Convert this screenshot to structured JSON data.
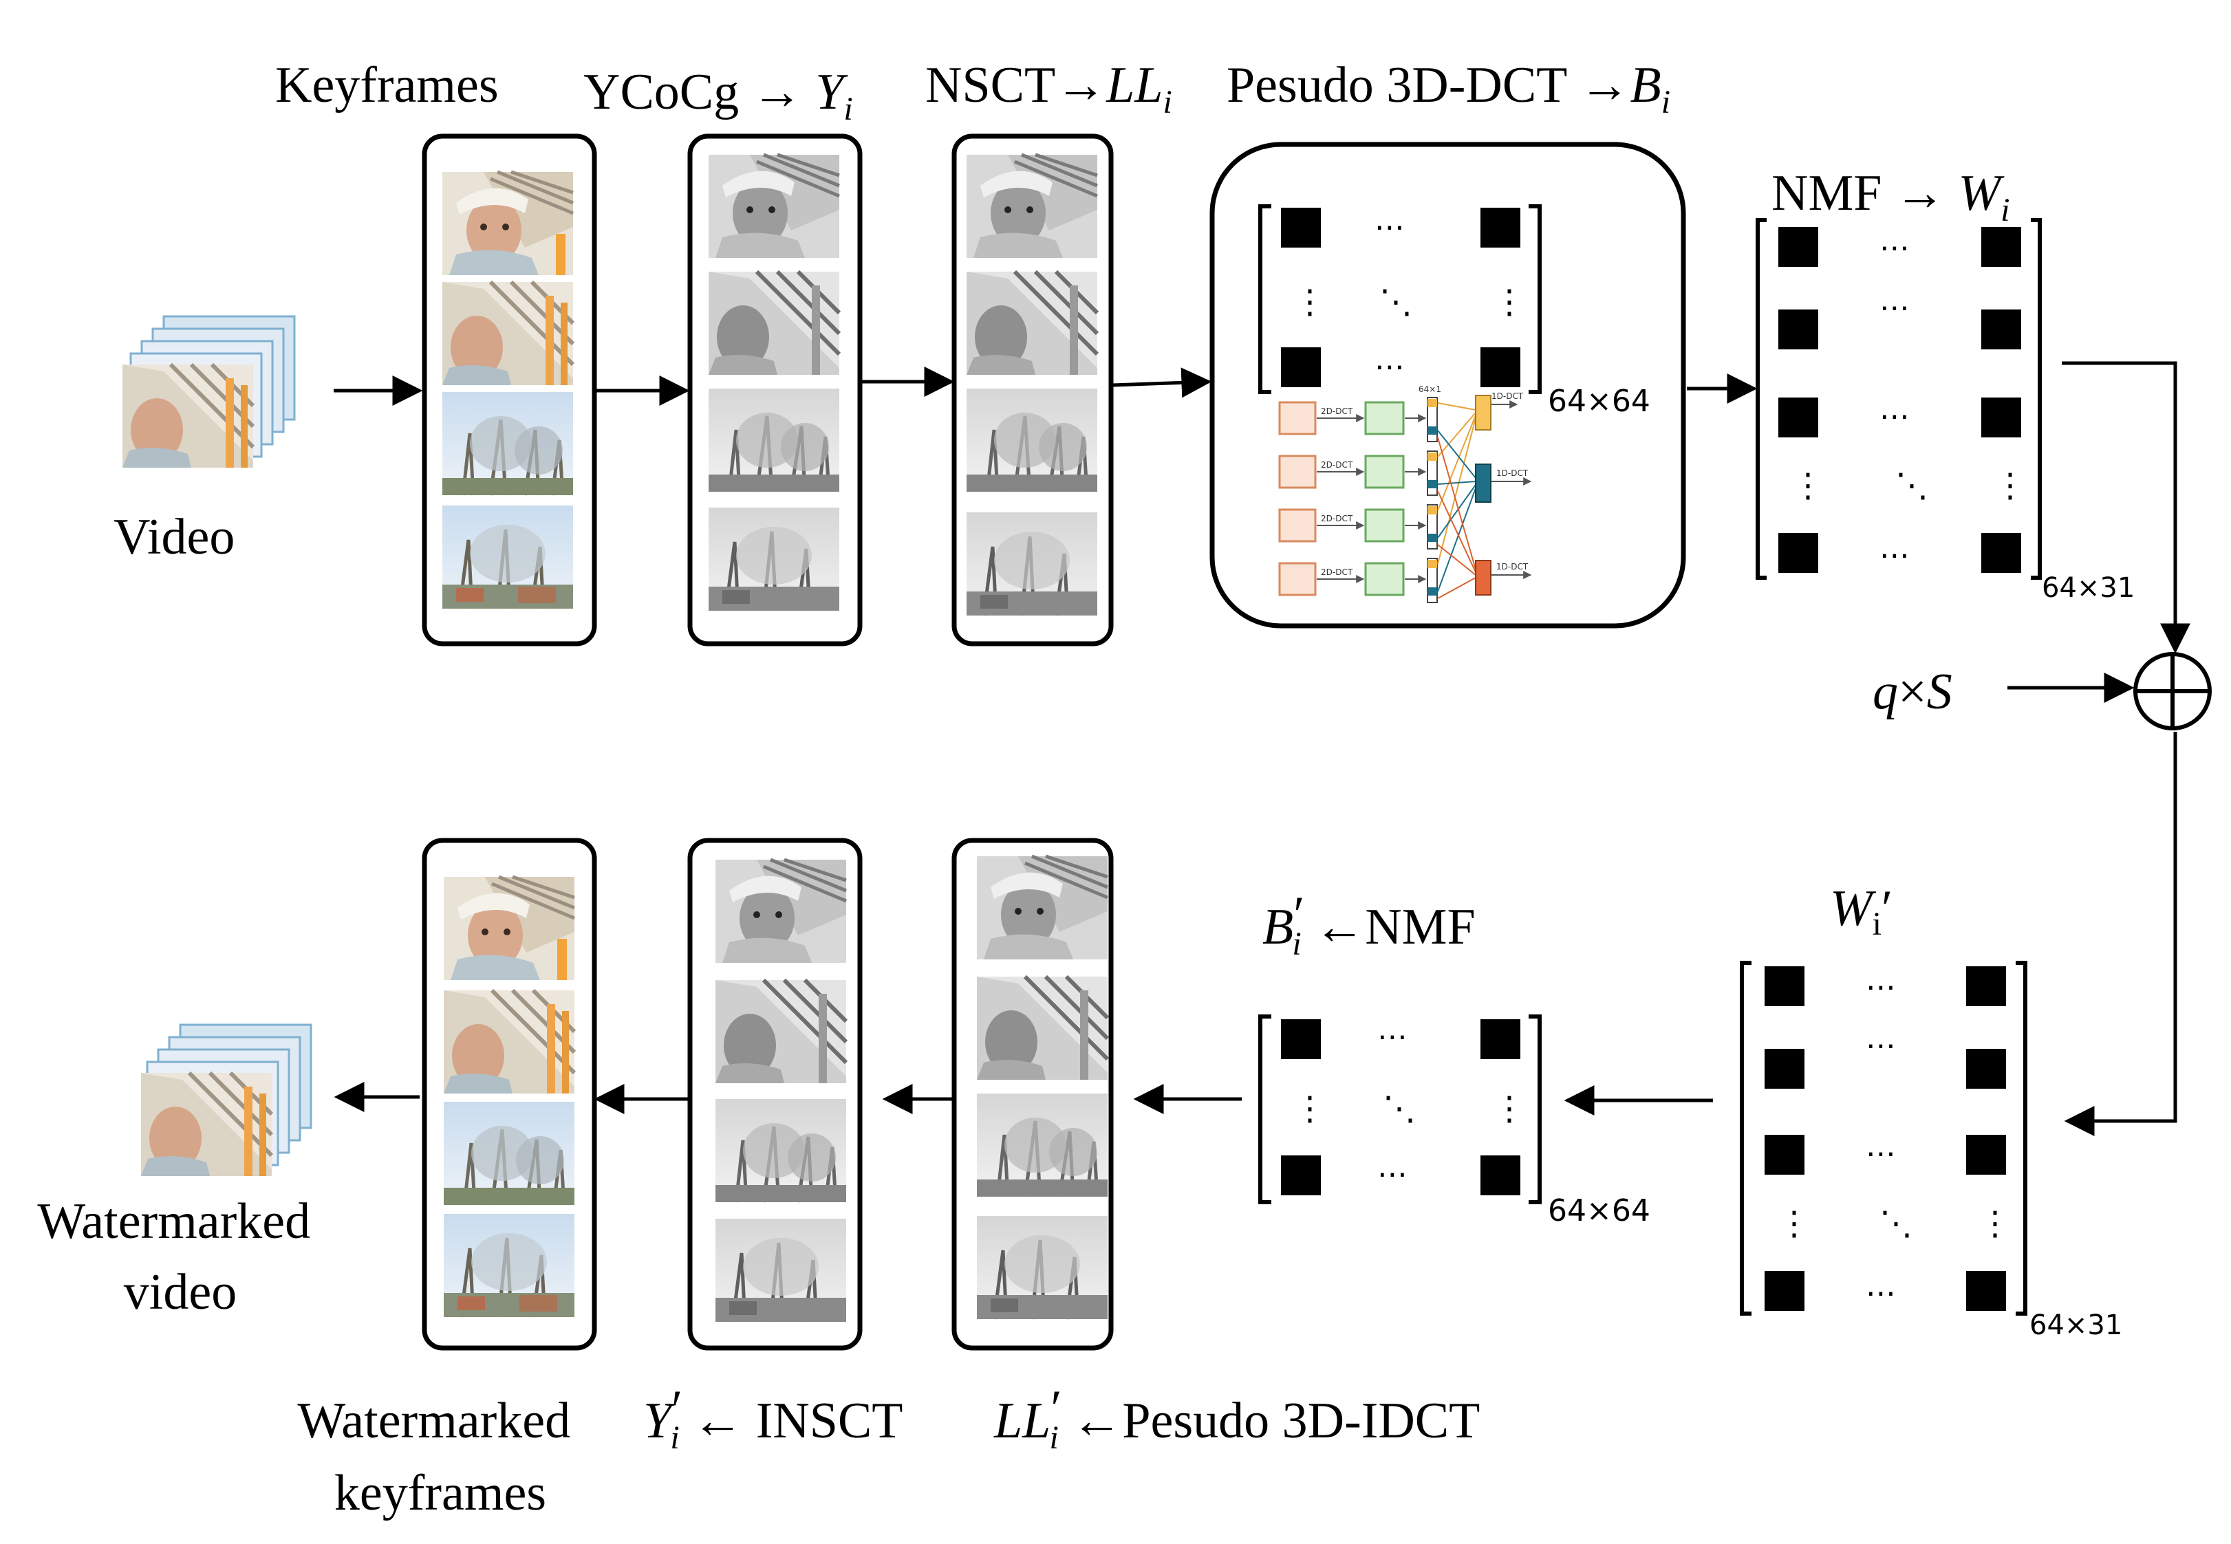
{
  "top": {
    "keyframes": "Keyframes",
    "ycocg": {
      "text": "YCoCg → ",
      "var": "Y",
      "sub": "i"
    },
    "nsct": {
      "text": "NSCT→",
      "var": "LL",
      "sub": "i"
    },
    "p3d": {
      "text": "Pesudo 3D-DCT →",
      "var": "B",
      "sub": "i"
    },
    "nmf": {
      "text": "NMF → ",
      "var": "W",
      "sub": "i"
    },
    "video": "Video"
  },
  "middle": {
    "qs": {
      "q": "q",
      "times": "×",
      "s": "S"
    },
    "bprime": {
      "var": "B",
      "prime": "′",
      "sub": "i",
      "text": " ←NMF"
    },
    "wprime": {
      "var": "W",
      "sub": "i",
      "prime": "′"
    }
  },
  "bottom": {
    "watermarked_video": [
      "Watermarked",
      "video"
    ],
    "watermarked_keyframes": [
      "Watermarked",
      "keyframes"
    ],
    "insct": {
      "var": "Y",
      "prime": "′",
      "sub": "i",
      "text": " ← INSCT"
    },
    "pidct": {
      "var": "LL",
      "prime": "′",
      "sub": "i",
      "text": " ←Pesudo 3D-IDCT"
    }
  },
  "matrix": {
    "dots": "⋯",
    "vdots": "⋮",
    "ddots": "⋱",
    "size_64x64": "64×64",
    "size_64x31": "64×31"
  },
  "inset": {
    "dct2d": "2D-DCT",
    "dct1d": "1D-DCT",
    "vec": "64×1"
  }
}
